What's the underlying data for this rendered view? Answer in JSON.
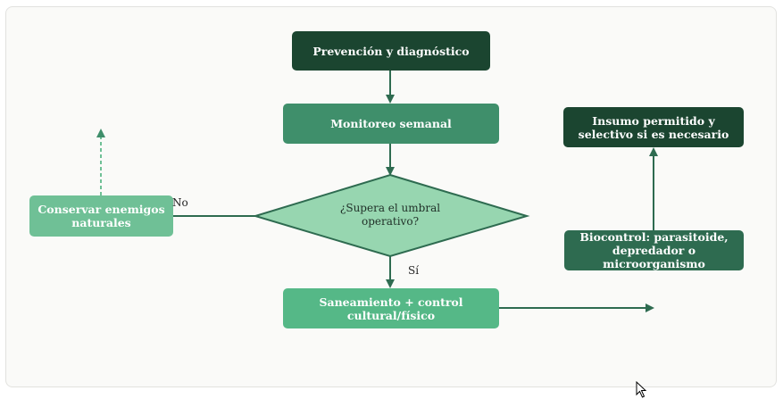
{
  "nodes": {
    "prevention": "Prevención y diagnóstico",
    "monitoring": "Monitoreo semanal",
    "decision_line1": "¿Supera el umbral",
    "decision_line2": "operativo?",
    "sanitation_line1": "Saneamiento + control",
    "sanitation_line2": "cultural/físico",
    "conserve_line1": "Conservar enemigos",
    "conserve_line2": "naturales",
    "biocontrol_line1": "Biocontrol: parasitoide,",
    "biocontrol_line2": "depredador o microorganismo",
    "input_line1": "Insumo permitido y",
    "input_line2": "selectivo si es necesario"
  },
  "edge_labels": {
    "no": "No",
    "yes": "Sí"
  },
  "colors": {
    "dark_green": "#1b4530",
    "mid_green": "#3f8f6b",
    "light_green": "#55b887",
    "pale_green": "#97d6b0",
    "line": "#2e6b50"
  }
}
